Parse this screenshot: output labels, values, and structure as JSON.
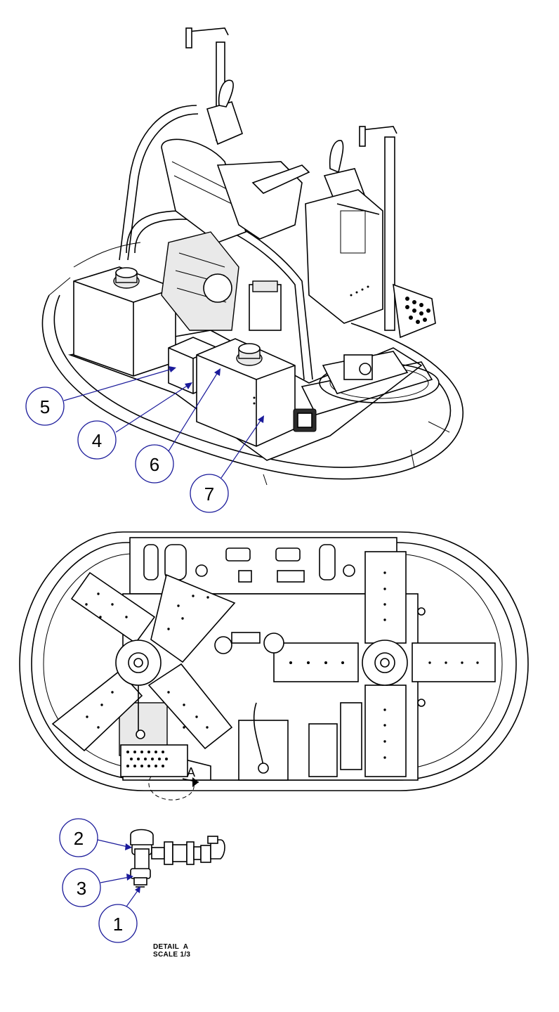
{
  "callouts": [
    {
      "num": "5"
    },
    {
      "num": "4"
    },
    {
      "num": "6"
    },
    {
      "num": "7"
    },
    {
      "num": "2"
    },
    {
      "num": "3"
    },
    {
      "num": "1"
    }
  ],
  "detail_view_letter": "A",
  "detail": {
    "title": "DETAIL  A",
    "scale": "SCALE 1/3"
  },
  "colors": {
    "callout_stroke": "#1a1a9a",
    "line": "#000000",
    "background": "#ffffff"
  }
}
